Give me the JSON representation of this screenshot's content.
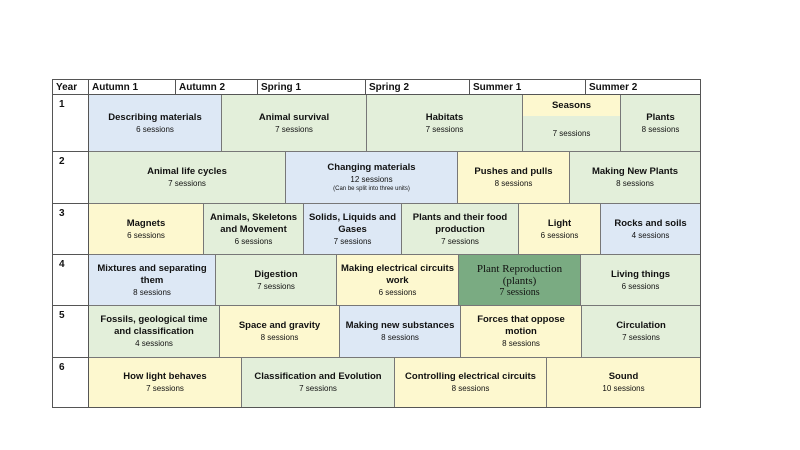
{
  "header": {
    "year": "Year",
    "terms": [
      "Autumn 1",
      "Autumn 2",
      "Spring 1",
      "Spring 2",
      "Summer 1",
      "Summer 2"
    ]
  },
  "years": [
    "1",
    "2",
    "3",
    "4",
    "5",
    "6"
  ],
  "colors": {
    "green": "#e3efda",
    "blue": "#dde8f5",
    "yellow": "#fdf8cf",
    "dark_green": "#7aab82"
  },
  "rows": [
    [
      {
        "title": "Describing materials",
        "sessions": "6 sessions"
      },
      {
        "title": "Animal survival",
        "sessions": "7 sessions"
      },
      {
        "title": "Habitats",
        "sessions": "7 sessions"
      },
      {
        "title": "Seasons",
        "sessions": "7 sessions"
      },
      {
        "title": "Plants",
        "sessions": "8 sessions"
      }
    ],
    [
      {
        "title": "Animal life cycles",
        "sessions": "7 sessions"
      },
      {
        "title": "Changing materials",
        "sessions": "12 sessions",
        "note": "(Can be split into three units)"
      },
      {
        "title": "Pushes and pulls",
        "sessions": "8 sessions"
      },
      {
        "title": "Making New Plants",
        "sessions": "8 sessions"
      }
    ],
    [
      {
        "title": "Magnets",
        "sessions": "6 sessions"
      },
      {
        "title": "Animals, Skeletons and Movement",
        "sessions": "6 sessions"
      },
      {
        "title": "Solids, Liquids and Gases",
        "sessions": "7 sessions"
      },
      {
        "title": "Plants and their food production",
        "sessions": "7 sessions"
      },
      {
        "title": "Light",
        "sessions": "6 sessions"
      },
      {
        "title": "Rocks and soils",
        "sessions": "4 sessions"
      }
    ],
    [
      {
        "title": "Mixtures and separating them",
        "sessions": "8 sessions"
      },
      {
        "title": "Digestion",
        "sessions": "7 sessions"
      },
      {
        "title": "Making electrical circuits work",
        "sessions": "6 sessions"
      },
      {
        "title": "Plant Reproduction (plants)",
        "sessions": "7 sessions"
      },
      {
        "title": "Living things",
        "sessions": "6 sessions"
      }
    ],
    [
      {
        "title": "Fossils, geological time and classification",
        "sessions": "4 sessions"
      },
      {
        "title": "Space and gravity",
        "sessions": "8 sessions"
      },
      {
        "title": "Making new substances",
        "sessions": "8 sessions"
      },
      {
        "title": "Forces that oppose motion",
        "sessions": "8 sessions"
      },
      {
        "title": "Circulation",
        "sessions": "7 sessions"
      }
    ],
    [
      {
        "title": "How light behaves",
        "sessions": "7 sessions"
      },
      {
        "title": "Classification and Evolution",
        "sessions": "7 sessions"
      },
      {
        "title": "Controlling electrical circuits",
        "sessions": "8 sessions"
      },
      {
        "title": "Sound",
        "sessions": "10 sessions"
      }
    ]
  ]
}
